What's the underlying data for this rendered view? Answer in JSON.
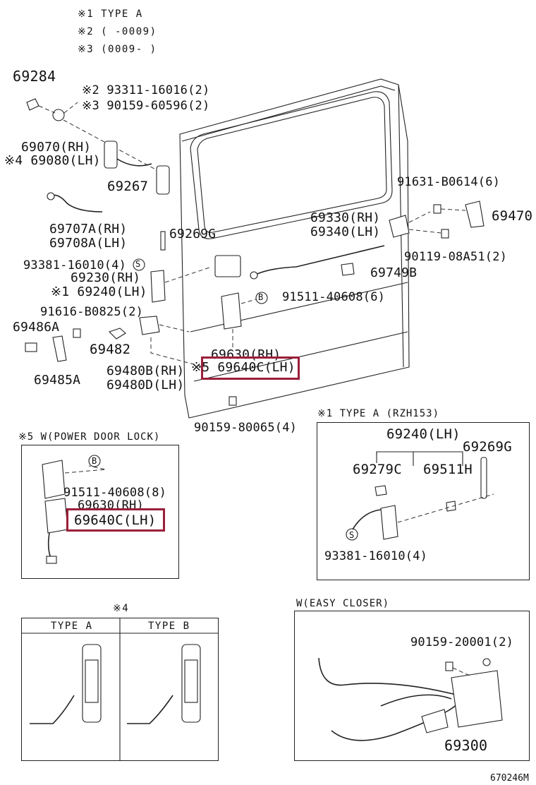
{
  "legend": {
    "note1": "※1  TYPE  A",
    "note2": "※2  (      -0009)",
    "note3": "※3  (0009-      )"
  },
  "labels": {
    "p69284": "69284",
    "p93311": "※2 93311-16016(2)",
    "p90159a": "※3 90159-60596(2)",
    "p69070": "69070(RH)",
    "p69080": "※4 69080(LH)",
    "p69267": "69267",
    "p69707": "69707A(RH)",
    "p69708": "69708A(LH)",
    "p69269g": "69269G",
    "p93381": "93381-16010(4)",
    "p69230": "69230(RH)",
    "p69240": "※1 69240(LH)",
    "p91616": "91616-B0825(2)",
    "p69486": "69486A",
    "p69482": "69482",
    "p69485": "69485A",
    "p69480b": "69480B(RH)",
    "p69480d": "69480D(LH)",
    "p69630": "69630(RH)",
    "p69640": "※5 69640C(LH)",
    "p90159b": "90159-80065(4)",
    "p91631": "91631-B0614(6)",
    "p69330": "69330(RH)",
    "p69340": "69340(LH)",
    "p69470": "69470",
    "p90119": "90119-08A51(2)",
    "p69749": "69749B",
    "p91511": "91511-40608(6)",
    "pB": "B",
    "pS": "S"
  },
  "power_lock": {
    "title": "※5 W(POWER  DOOR  LOCK)",
    "bolt": "91511-40608(8)",
    "rh": "69630(RH)",
    "lh": "69640C(LH)",
    "mark": "B"
  },
  "type_a_box": {
    "title": "※1   TYPE  A   (RZH153)",
    "p69240": "69240(LH)",
    "p69269": "69269G",
    "p69279": "69279C",
    "p69511": "69511H",
    "p93381": "93381-16010(4)",
    "mark": "S"
  },
  "note4": {
    "mark": "※4",
    "type_a": "TYPE  A",
    "type_b": "TYPE  B"
  },
  "easy_closer": {
    "title": "W(EASY  CLOSER)",
    "bolt": "90159-20001(2)",
    "part": "69300"
  },
  "footer": {
    "code": "670246M"
  },
  "highlight_color": "#9a1f3a"
}
